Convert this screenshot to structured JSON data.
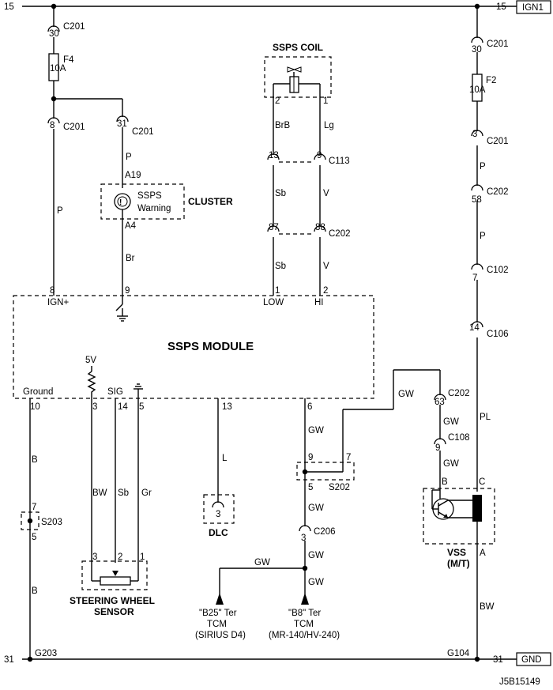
{
  "bus": {
    "left_num": "15",
    "right_num": "15",
    "ign": "IGN1",
    "gnd_left": "31",
    "gnd_right": "31",
    "gnd": "GND"
  },
  "diagram_id": "J5B15149",
  "left": {
    "c201a": {
      "pin": "30",
      "name": "C201"
    },
    "fuse": {
      "name": "F4",
      "rating": "10A"
    },
    "c201b": {
      "pin": "8",
      "name": "C201"
    },
    "c201c": {
      "pin": "31",
      "name": "C201"
    },
    "wire_p1": "P",
    "wire_p2": "P",
    "cluster_pin_top": "A19",
    "cluster_pin_bot": "A4",
    "lamp_line1": "SSPS",
    "lamp_line2": "Warning",
    "cluster": "CLUSTER",
    "wire_br": "Br"
  },
  "coil": {
    "title": "SSPS COIL",
    "pin_left": "2",
    "pin_right": "1",
    "wire_brb": "BrB",
    "wire_lg": "Lg",
    "c113_left": "13",
    "c113_right": "9",
    "c113": "C113",
    "wire_sb1": "Sb",
    "wire_v1": "V",
    "c202_left": "87",
    "c202_right": "88",
    "c202": "C202",
    "wire_sb2": "Sb",
    "wire_v2": "V"
  },
  "module": {
    "title": "SSPS MODULE",
    "pin8": "8",
    "ign": "IGN+",
    "pin9": "9",
    "pin1": "1",
    "low": "LOW",
    "pin2": "2",
    "hi": "HI",
    "ground": "Ground",
    "pin10": "10",
    "v5": "5V",
    "pin3": "3",
    "sig": "SIG",
    "pin14": "14",
    "pin5": "5",
    "pin13": "13",
    "pin6": "6"
  },
  "lower_left": {
    "wire_b1": "B",
    "s203_top": "7",
    "s203": "S203",
    "s203_bot": "5",
    "wire_b2": "B",
    "g203": "G203",
    "wire_bw": "BW",
    "wire_sb": "Sb",
    "wire_gr": "Gr",
    "sensor_p3": "3",
    "sensor_p2": "2",
    "sensor_p1": "1",
    "sensor_line1": "STEERING WHEEL",
    "sensor_line2": "SENSOR",
    "wire_l": "L",
    "dlc_pin": "3",
    "dlc": "DLC"
  },
  "lower_mid": {
    "wire_gw1": "GW",
    "s202_left": "9",
    "s202_right": "7",
    "s202_bot": "5",
    "s202": "S202",
    "wire_gw2": "GW",
    "c206_pin": "3",
    "c206": "C206",
    "wire_gw3": "GW",
    "wire_gw4": "GW",
    "wire_gw5": "GW",
    "b25_line1": "\"B25\" Ter",
    "b25_line2": "TCM",
    "b25_line3": "(SIRIUS D4)",
    "b8_line1": "\"B8\" Ter",
    "b8_line2": "TCM",
    "b8_line3": "(MR-140/HV-240)",
    "wire_gw_top": "GW"
  },
  "right": {
    "c201a": {
      "pin": "30",
      "name": "C201"
    },
    "fuse": {
      "name": "F2",
      "rating": "10A"
    },
    "c201b": {
      "pin": "3",
      "name": "C201"
    },
    "wire_p1": "P",
    "c202": {
      "pin": "58",
      "name": "C202"
    },
    "wire_p2": "P",
    "c102": {
      "pin": "7",
      "name": "C102"
    },
    "c106": {
      "pin": "14",
      "name": "C106"
    },
    "wire_pl": "PL",
    "c202b": {
      "pin": "63",
      "name": "C202"
    },
    "wire_gw1": "GW",
    "c108": {
      "pin": "9",
      "name": "C108"
    },
    "wire_gw2": "GW",
    "vss_b": "B",
    "vss_c": "C",
    "vss_a": "A",
    "vss_line1": "VSS",
    "vss_line2": "(M/T)",
    "wire_bw": "BW",
    "g104": "G104"
  }
}
